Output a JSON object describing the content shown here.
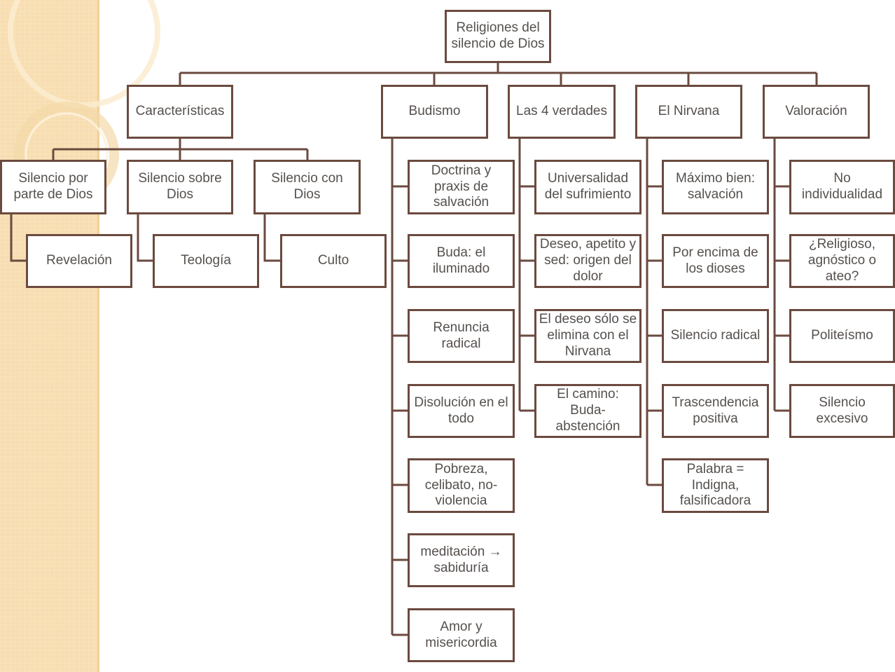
{
  "colors": {
    "node_border": "#6b4a3f",
    "node_text": "#55504d",
    "connector": "#6b4a3f",
    "side_panel": "#f7ddb0"
  },
  "root": {
    "label": "Religiones del silencio de Dios"
  },
  "branches": [
    {
      "label": "Características",
      "children": [
        {
          "label": "Silencio por parte de Dios",
          "child": "Revelación"
        },
        {
          "label": "Silencio sobre Dios",
          "child": "Teología"
        },
        {
          "label": "Silencio con Dios",
          "child": "Culto"
        }
      ]
    },
    {
      "label": "Budismo",
      "items": [
        "Doctrina y praxis de salvación",
        "Buda: el iluminado",
        "Renuncia radical",
        "Disolución en el todo",
        "Pobreza, celibato, no-violencia",
        "meditación → sabiduría",
        "Amor y misericordia"
      ]
    },
    {
      "label": "Las 4 verdades",
      "items": [
        "Universalidad del sufrimiento",
        "Deseo, apetito y sed: origen del dolor",
        "El deseo sólo se elimina con el Nirvana",
        "El camino: Buda-abstención"
      ]
    },
    {
      "label": "El Nirvana",
      "items": [
        "Máximo bien: salvación",
        "Por encima de los dioses",
        "Silencio radical",
        "Trascendencia positiva",
        "Palabra = Indigna, falsificadora"
      ]
    },
    {
      "label": "Valoración",
      "items": [
        "No individualidad",
        "¿Religioso, agnóstico o ateo?",
        "Politeísmo",
        "Silencio excesivo"
      ]
    }
  ]
}
